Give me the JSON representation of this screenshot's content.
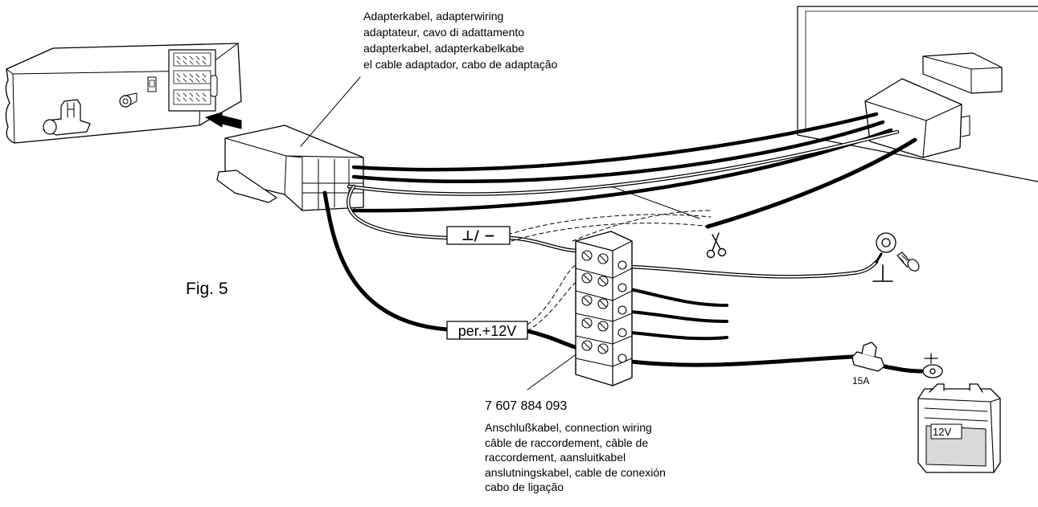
{
  "figure": {
    "label": "Fig. 5"
  },
  "adapter_cable": {
    "label_lines": [
      "Adapterkabel, adapterwiring",
      "adaptateur, cavo di adattamento",
      "adapterkabel, adapterkabelkabe",
      "el cable adaptador, cabo de adaptação"
    ]
  },
  "connection_wiring": {
    "part_number": "7 607 884 093",
    "label_lines": [
      "Anschlußkabel, connection wiring",
      "câble de raccordement, câble de",
      "raccordement, aansluitkabel",
      "anslutningskabel, cable de conexión",
      "cabo de ligação"
    ]
  },
  "tags": {
    "ground_tag": "⊥/ −",
    "permanent_plus_tag": "per.+12V",
    "ground_symbol": "⊥",
    "fuse_rating": "15A",
    "battery_voltage": "12V"
  },
  "icons": {
    "arrow": "insertion-arrow-icon",
    "scissors": "scissors-icon",
    "screw": "screw-icon",
    "ring_terminal": "ring-terminal-icon",
    "fuse": "fuse-holder-icon",
    "battery": "battery-icon"
  },
  "colors": {
    "ink": "#000000",
    "paper": "#ffffff",
    "shade": "#d9d9d9"
  }
}
